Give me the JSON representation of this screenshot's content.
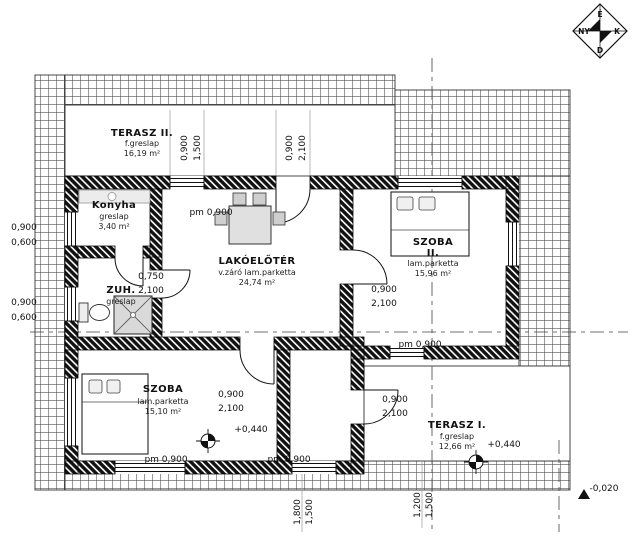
{
  "compass": {
    "n": "É",
    "e": "K",
    "s": "D",
    "w": "NY"
  },
  "rooms": {
    "terasz2": {
      "name": "TERASZ II.",
      "floor": "f.greslap",
      "area": "16,19 m²"
    },
    "konyha": {
      "name": "Konyha",
      "floor": "greslap",
      "area": "3,40 m²"
    },
    "zuh": {
      "name": "ZUH.",
      "floor": "greslap"
    },
    "lakoeloter": {
      "name": "LAKÓELŐTÉR",
      "floor": "v.záró lam.parketta",
      "area": "24,74 m²"
    },
    "szoba2": {
      "name": "SZOBA",
      "name2": "II.",
      "floor": "lam.parketta",
      "area": "15,96 m²"
    },
    "szoba": {
      "name": "SZOBA",
      "floor": "lam.parketta",
      "area": "15,10 m²"
    },
    "terasz1": {
      "name": "TERASZ I.",
      "floor": "f.greslap",
      "area": "12,66 m²"
    }
  },
  "dims": {
    "win_top_w": "0,900",
    "win_top_h": "1,500",
    "door_top_w": "0,900",
    "door_top_h": "2,100",
    "left_win1_w": "0,900",
    "left_win1_sill": "0,600",
    "left_win2_w": "0,900",
    "left_win2_sill": "0,600",
    "pm_kitchen": "pm 0,900",
    "kitchen_door_w": "0,750",
    "kitchen_door_h": "2,100",
    "szoba2_door_w": "0,900",
    "szoba2_door_h": "2,100",
    "pm_hall": "pm 0,900",
    "szoba_door_w": "0,900",
    "szoba_door_h": "2,100",
    "level_szoba": "+0,440",
    "pm_szoba": "pm 0,900",
    "pm_corridor": "pm 0,900",
    "terasz_door_w": "0,900",
    "terasz_door_h": "2,100",
    "level_terasz": "+0,440",
    "level_ground": "-0,020",
    "bot_mid_a": "1,800",
    "bot_mid_b": "1,500",
    "bot_right_a": "1,200",
    "bot_right_b": "1,500"
  }
}
